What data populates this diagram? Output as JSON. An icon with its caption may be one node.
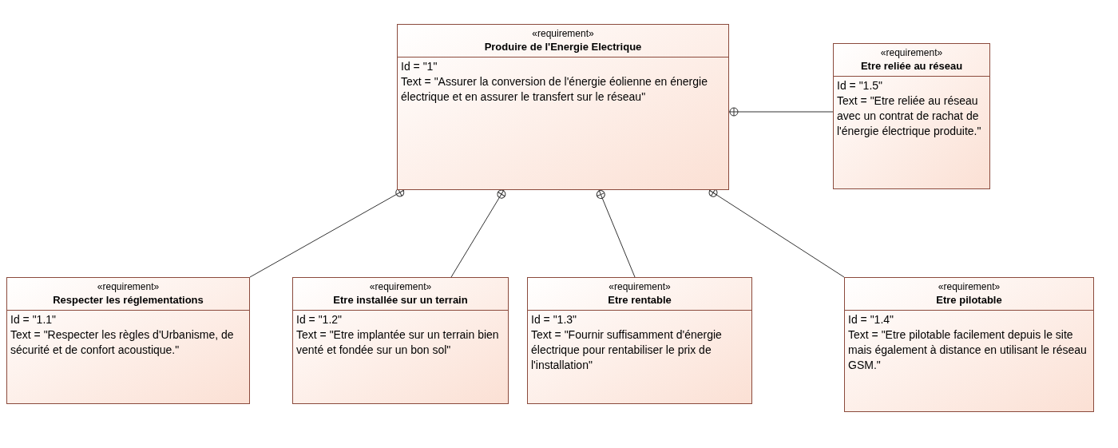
{
  "diagram": {
    "nodes": [
      {
        "text": [
          "«requirement»",
          "Produire de l'Energie Electrique",
          "Id = \"1\"",
          "Text = \"Assurer la conversion de l'énergie éolienne en énergie électrique et en assurer le transfert sur le réseau\""
        ]
      },
      {
        "text": [
          "«requirement»",
          "Etre reliée au réseau",
          "Id = \"1.5\"",
          "Text = \"Etre reliée au réseau avec un contrat de rachat de l'énergie électrique produite.\""
        ]
      },
      {
        "text": [
          "«requirement»",
          "Respecter les réglementations",
          "Id = \"1.1\"",
          "Text = \"Respecter les règles d'Urbanisme, de sécurité et de confort acoustique.\""
        ]
      },
      {
        "text": [
          "«requirement»",
          "Etre installée sur un terrain",
          "Id = \"1.2\"",
          "Text = \"Etre implantée sur un terrain bien venté et fondée sur un bon sol\""
        ]
      },
      {
        "text": [
          "«requirement»",
          "Etre rentable",
          "Id = \"1.3\"",
          "Text = \"Fournir suffisamment d'énergie électrique pour rentabiliser le prix de l'installation\""
        ]
      },
      {
        "text": [
          "«requirement»",
          "Etre pilotable",
          "Id = \"1.4\"",
          "Text = \"Etre pilotable facilement depuis le site mais également à distance en utilisant le réseau GSM.\""
        ]
      }
    ],
    "edges": [
      {
        "from": 0,
        "to": 1,
        "arrow": "other"
      },
      {
        "from": 0,
        "to": 2,
        "arrow": "other"
      },
      {
        "from": 0,
        "to": 3,
        "arrow": "other"
      },
      {
        "from": 0,
        "to": 4,
        "arrow": "other"
      },
      {
        "from": 0,
        "to": 5,
        "arrow": "other"
      }
    ]
  }
}
